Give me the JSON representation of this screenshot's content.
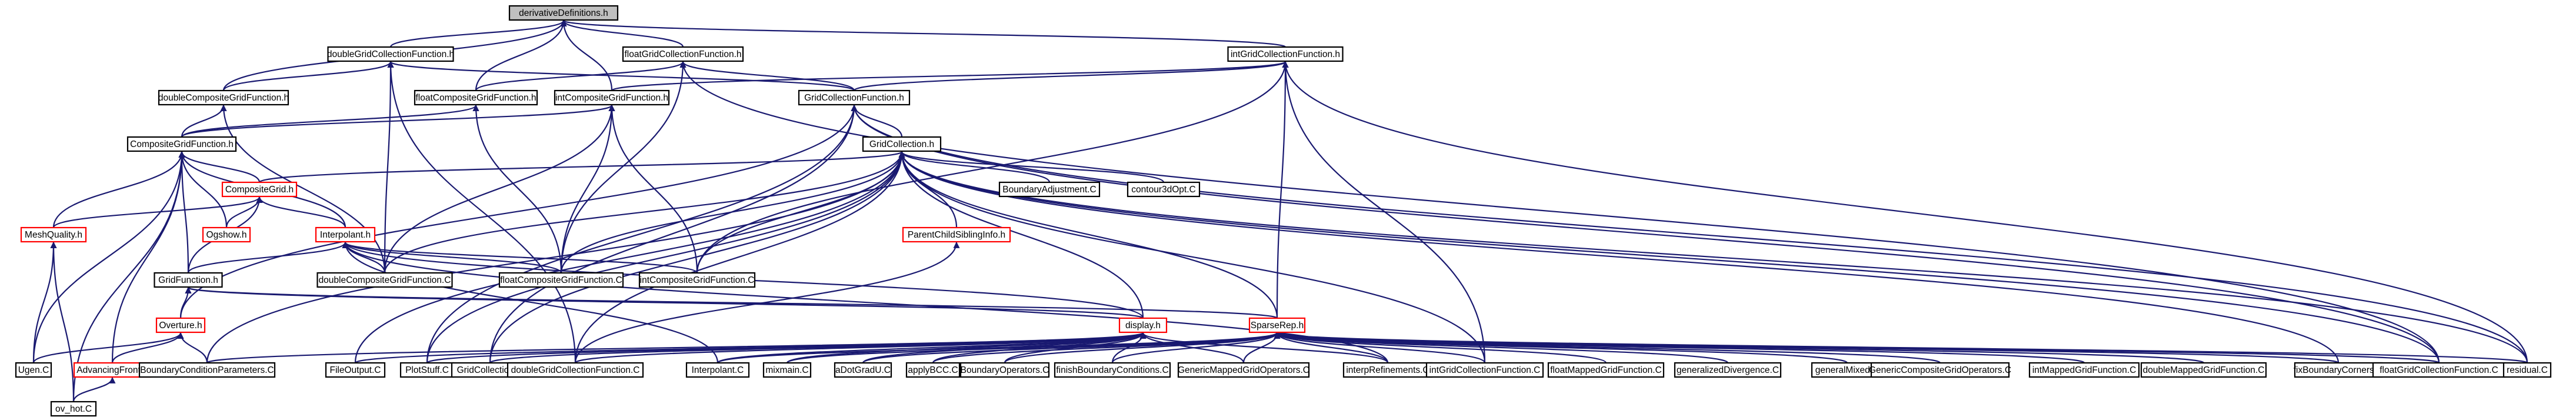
{
  "root": "derivativeDefinitions.h",
  "nodes": [
    {
      "id": "derivativeDefinitions.h",
      "label": "derivativeDefinitions.h",
      "style": "root"
    },
    {
      "id": "doubleGridCollectionFunction.h",
      "label": "doubleGridCollectionFunction.h",
      "style": "black"
    },
    {
      "id": "floatGridCollectionFunction.h",
      "label": "floatGridCollectionFunction.h",
      "style": "black"
    },
    {
      "id": "intGridCollectionFunction.h",
      "label": "intGridCollectionFunction.h",
      "style": "black"
    },
    {
      "id": "doubleCompositeGridFunction.h",
      "label": "doubleCompositeGridFunction.h",
      "style": "black"
    },
    {
      "id": "floatCompositeGridFunction.h",
      "label": "floatCompositeGridFunction.h",
      "style": "black"
    },
    {
      "id": "intCompositeGridFunction.h",
      "label": "intCompositeGridFunction.h",
      "style": "black"
    },
    {
      "id": "GridCollectionFunction.h",
      "label": "GridCollectionFunction.h",
      "style": "black"
    },
    {
      "id": "CompositeGridFunction.h",
      "label": "CompositeGridFunction.h",
      "style": "black"
    },
    {
      "id": "GridCollection.h",
      "label": "GridCollection.h",
      "style": "black"
    },
    {
      "id": "CompositeGrid.h",
      "label": "CompositeGrid.h",
      "style": "red"
    },
    {
      "id": "MeshQuality.h",
      "label": "MeshQuality.h",
      "style": "red"
    },
    {
      "id": "Ogshow.h",
      "label": "Ogshow.h",
      "style": "red"
    },
    {
      "id": "Interpolant.h",
      "label": "Interpolant.h",
      "style": "red"
    },
    {
      "id": "BoundaryAdjustment.C",
      "label": "BoundaryAdjustment.C",
      "style": "black"
    },
    {
      "id": "contour3dOpt.C",
      "label": "contour3dOpt.C",
      "style": "black"
    },
    {
      "id": "ParentChildSiblingInfo.h",
      "label": "ParentChildSiblingInfo.h",
      "style": "red"
    },
    {
      "id": "GridFunction.h",
      "label": "GridFunction.h",
      "style": "black"
    },
    {
      "id": "doubleCompositeGridFunction.C",
      "label": "doubleCompositeGridFunction.C",
      "style": "black"
    },
    {
      "id": "floatCompositeGridFunction.C",
      "label": "floatCompositeGridFunction.C",
      "style": "black"
    },
    {
      "id": "intCompositeGridFunction.C",
      "label": "intCompositeGridFunction.C",
      "style": "black"
    },
    {
      "id": "Overture.h",
      "label": "Overture.h",
      "style": "red"
    },
    {
      "id": "display.h",
      "label": "display.h",
      "style": "red"
    },
    {
      "id": "SparseRep.h",
      "label": "SparseRep.h",
      "style": "red"
    },
    {
      "id": "AdvancingFront.h",
      "label": "AdvancingFront.h",
      "style": "red"
    },
    {
      "id": "Ugen.C",
      "label": "Ugen.C",
      "style": "black"
    },
    {
      "id": "BoundaryConditionParameters.C",
      "label": "BoundaryConditionParameters.C",
      "style": "black"
    },
    {
      "id": "FileOutput.C",
      "label": "FileOutput.C",
      "style": "black"
    },
    {
      "id": "PlotStuff.C",
      "label": "PlotStuff.C",
      "style": "black"
    },
    {
      "id": "GridCollection.C",
      "label": "GridCollection.C",
      "style": "black"
    },
    {
      "id": "doubleGridCollectionFunction.C",
      "label": "doubleGridCollectionFunction.C",
      "style": "black"
    },
    {
      "id": "Interpolant.C",
      "label": "Interpolant.C",
      "style": "black"
    },
    {
      "id": "mixmain.C",
      "label": "mixmain.C",
      "style": "black"
    },
    {
      "id": "aDotGradU.C",
      "label": "aDotGradU.C",
      "style": "black"
    },
    {
      "id": "applyBCC.C",
      "label": "applyBCC.C",
      "style": "black"
    },
    {
      "id": "BoundaryOperators.C",
      "label": "BoundaryOperators.C",
      "style": "black"
    },
    {
      "id": "finishBoundaryConditions.C",
      "label": "finishBoundaryConditions.C",
      "style": "black"
    },
    {
      "id": "GenericMappedGridOperators.C",
      "label": "GenericMappedGridOperators.C",
      "style": "black"
    },
    {
      "id": "interpRefinements.C",
      "label": "interpRefinements.C",
      "style": "black"
    },
    {
      "id": "intGridCollectionFunction.C",
      "label": "intGridCollectionFunction.C",
      "style": "black"
    },
    {
      "id": "floatMappedGridFunction.C",
      "label": "floatMappedGridFunction.C",
      "style": "black"
    },
    {
      "id": "generalizedDivergence.C",
      "label": "generalizedDivergence.C",
      "style": "black"
    },
    {
      "id": "generalMixed.C",
      "label": "generalMixed.C",
      "style": "black"
    },
    {
      "id": "GenericCompositeGridOperators.C",
      "label": "GenericCompositeGridOperators.C",
      "style": "black"
    },
    {
      "id": "intMappedGridFunction.C",
      "label": "intMappedGridFunction.C",
      "style": "black"
    },
    {
      "id": "doubleMappedGridFunction.C",
      "label": "doubleMappedGridFunction.C",
      "style": "black"
    },
    {
      "id": "fixBoundaryCorners.C",
      "label": "fixBoundaryCorners.C",
      "style": "black"
    },
    {
      "id": "floatGridCollectionFunction.C",
      "label": "floatGridCollectionFunction.C",
      "style": "black"
    },
    {
      "id": "residual.C",
      "label": "residual.C",
      "style": "black"
    },
    {
      "id": "ov_hot.C",
      "label": "ov_hot.C",
      "style": "black"
    }
  ],
  "edges": [
    [
      "derivativeDefinitions.h",
      "doubleGridCollectionFunction.h"
    ],
    [
      "derivativeDefinitions.h",
      "floatGridCollectionFunction.h"
    ],
    [
      "derivativeDefinitions.h",
      "intGridCollectionFunction.h"
    ],
    [
      "derivativeDefinitions.h",
      "doubleCompositeGridFunction.h"
    ],
    [
      "derivativeDefinitions.h",
      "floatCompositeGridFunction.h"
    ],
    [
      "derivativeDefinitions.h",
      "intCompositeGridFunction.h"
    ],
    [
      "doubleGridCollectionFunction.h",
      "doubleCompositeGridFunction.h"
    ],
    [
      "doubleGridCollectionFunction.h",
      "GridCollectionFunction.h"
    ],
    [
      "doubleGridCollectionFunction.h",
      "doubleCompositeGridFunction.C"
    ],
    [
      "doubleGridCollectionFunction.h",
      "doubleGridCollectionFunction.C"
    ],
    [
      "floatGridCollectionFunction.h",
      "floatCompositeGridFunction.h"
    ],
    [
      "floatGridCollectionFunction.h",
      "GridCollectionFunction.h"
    ],
    [
      "floatGridCollectionFunction.h",
      "floatCompositeGridFunction.C"
    ],
    [
      "floatGridCollectionFunction.h",
      "floatGridCollectionFunction.C"
    ],
    [
      "intGridCollectionFunction.h",
      "intCompositeGridFunction.h"
    ],
    [
      "intGridCollectionFunction.h",
      "GridCollectionFunction.h"
    ],
    [
      "intGridCollectionFunction.h",
      "intCompositeGridFunction.C"
    ],
    [
      "intGridCollectionFunction.h",
      "intGridCollectionFunction.C"
    ],
    [
      "intGridCollectionFunction.h",
      "SparseRep.h"
    ],
    [
      "intGridCollectionFunction.h",
      "residual.C"
    ],
    [
      "doubleCompositeGridFunction.h",
      "CompositeGridFunction.h"
    ],
    [
      "doubleCompositeGridFunction.h",
      "doubleCompositeGridFunction.C"
    ],
    [
      "floatCompositeGridFunction.h",
      "CompositeGridFunction.h"
    ],
    [
      "floatCompositeGridFunction.h",
      "floatCompositeGridFunction.C"
    ],
    [
      "intCompositeGridFunction.h",
      "CompositeGridFunction.h"
    ],
    [
      "intCompositeGridFunction.h",
      "intCompositeGridFunction.C"
    ],
    [
      "intCompositeGridFunction.h",
      "doubleCompositeGridFunction.C"
    ],
    [
      "intCompositeGridFunction.h",
      "floatCompositeGridFunction.C"
    ],
    [
      "GridCollectionFunction.h",
      "GridCollection.h"
    ],
    [
      "GridCollectionFunction.h",
      "Overture.h"
    ],
    [
      "GridCollectionFunction.h",
      "GridCollection.C"
    ],
    [
      "GridCollectionFunction.h",
      "PlotStuff.C"
    ],
    [
      "GridCollectionFunction.h",
      "residual.C"
    ],
    [
      "GridCollectionFunction.h",
      "floatGridCollectionFunction.C"
    ],
    [
      "CompositeGridFunction.h",
      "CompositeGrid.h"
    ],
    [
      "CompositeGridFunction.h",
      "MeshQuality.h"
    ],
    [
      "CompositeGridFunction.h",
      "Ogshow.h"
    ],
    [
      "CompositeGridFunction.h",
      "Interpolant.h"
    ],
    [
      "CompositeGridFunction.h",
      "GridFunction.h"
    ],
    [
      "CompositeGridFunction.h",
      "AdvancingFront.h"
    ],
    [
      "CompositeGridFunction.h",
      "Ugen.C"
    ],
    [
      "CompositeGridFunction.h",
      "ov_hot.C"
    ],
    [
      "GridCollection.h",
      "CompositeGrid.h"
    ],
    [
      "GridCollection.h",
      "BoundaryAdjustment.C"
    ],
    [
      "GridCollection.h",
      "contour3dOpt.C"
    ],
    [
      "GridCollection.h",
      "ParentChildSiblingInfo.h"
    ],
    [
      "GridCollection.h",
      "doubleCompositeGridFunction.C"
    ],
    [
      "GridCollection.h",
      "floatCompositeGridFunction.C"
    ],
    [
      "GridCollection.h",
      "intCompositeGridFunction.C"
    ],
    [
      "GridCollection.h",
      "display.h"
    ],
    [
      "GridCollection.h",
      "SparseRep.h"
    ],
    [
      "GridCollection.h",
      "BoundaryConditionParameters.C"
    ],
    [
      "GridCollection.h",
      "FileOutput.C"
    ],
    [
      "GridCollection.h",
      "PlotStuff.C"
    ],
    [
      "GridCollection.h",
      "GridCollection.C"
    ],
    [
      "GridCollection.h",
      "doubleGridCollectionFunction.C"
    ],
    [
      "GridCollection.h",
      "intGridCollectionFunction.C"
    ],
    [
      "GridCollection.h",
      "fixBoundaryCorners.C"
    ],
    [
      "GridCollection.h",
      "floatGridCollectionFunction.C"
    ],
    [
      "GridCollection.h",
      "residual.C"
    ],
    [
      "CompositeGrid.h",
      "MeshQuality.h"
    ],
    [
      "CompositeGrid.h",
      "Ogshow.h"
    ],
    [
      "CompositeGrid.h",
      "Interpolant.h"
    ],
    [
      "CompositeGrid.h",
      "GridFunction.h"
    ],
    [
      "MeshQuality.h",
      "Ugen.C"
    ],
    [
      "MeshQuality.h",
      "ov_hot.C"
    ],
    [
      "Interpolant.h",
      "GridFunction.h"
    ],
    [
      "Interpolant.h",
      "doubleCompositeGridFunction.C"
    ],
    [
      "Interpolant.h",
      "floatCompositeGridFunction.C"
    ],
    [
      "Interpolant.h",
      "intCompositeGridFunction.C"
    ],
    [
      "Interpolant.h",
      "display.h"
    ],
    [
      "Interpolant.h",
      "Interpolant.C"
    ],
    [
      "Interpolant.h",
      "interpRefinements.C"
    ],
    [
      "GridFunction.h",
      "Overture.h"
    ],
    [
      "GridFunction.h",
      "display.h"
    ],
    [
      "GridFunction.h",
      "SparseRep.h"
    ],
    [
      "ParentChildSiblingInfo.h",
      "doubleGridCollectionFunction.C"
    ],
    [
      "Overture.h",
      "AdvancingFront.h"
    ],
    [
      "Overture.h",
      "Ugen.C"
    ],
    [
      "Overture.h",
      "BoundaryConditionParameters.C"
    ],
    [
      "AdvancingFront.h",
      "ov_hot.C"
    ],
    [
      "display.h",
      "BoundaryConditionParameters.C"
    ],
    [
      "display.h",
      "FileOutput.C"
    ],
    [
      "display.h",
      "PlotStuff.C"
    ],
    [
      "display.h",
      "GridCollection.C"
    ],
    [
      "display.h",
      "doubleGridCollectionFunction.C"
    ],
    [
      "display.h",
      "Interpolant.C"
    ],
    [
      "display.h",
      "mixmain.C"
    ],
    [
      "display.h",
      "aDotGradU.C"
    ],
    [
      "display.h",
      "applyBCC.C"
    ],
    [
      "display.h",
      "BoundaryOperators.C"
    ],
    [
      "display.h",
      "finishBoundaryConditions.C"
    ],
    [
      "display.h",
      "GenericMappedGridOperators.C"
    ],
    [
      "display.h",
      "interpRefinements.C"
    ],
    [
      "SparseRep.h",
      "Interpolant.C"
    ],
    [
      "SparseRep.h",
      "mixmain.C"
    ],
    [
      "SparseRep.h",
      "aDotGradU.C"
    ],
    [
      "SparseRep.h",
      "applyBCC.C"
    ],
    [
      "SparseRep.h",
      "BoundaryOperators.C"
    ],
    [
      "SparseRep.h",
      "finishBoundaryConditions.C"
    ],
    [
      "SparseRep.h",
      "GenericMappedGridOperators.C"
    ],
    [
      "SparseRep.h",
      "interpRefinements.C"
    ],
    [
      "SparseRep.h",
      "intGridCollectionFunction.C"
    ],
    [
      "SparseRep.h",
      "floatMappedGridFunction.C"
    ],
    [
      "SparseRep.h",
      "generalizedDivergence.C"
    ],
    [
      "SparseRep.h",
      "generalMixed.C"
    ],
    [
      "SparseRep.h",
      "GenericCompositeGridOperators.C"
    ],
    [
      "SparseRep.h",
      "intMappedGridFunction.C"
    ],
    [
      "SparseRep.h",
      "doubleMappedGridFunction.C"
    ],
    [
      "SparseRep.h",
      "fixBoundaryCorners.C"
    ],
    [
      "SparseRep.h",
      "floatGridCollectionFunction.C"
    ],
    [
      "SparseRep.h",
      "residual.C"
    ]
  ]
}
